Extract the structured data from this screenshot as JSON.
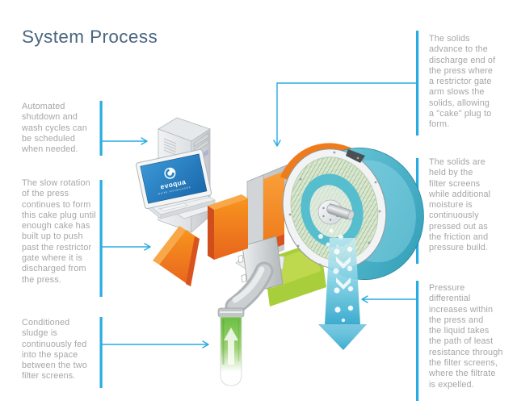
{
  "title": "System Process",
  "annotations": {
    "left": [
      {
        "text": "Automated\nshutdown and\nwash cycles can\nbe scheduled\nwhen needed."
      },
      {
        "text": "The slow rotation\nof the press\ncontinues to form\nthis cake plug until\nenough cake has\nbuilt up to push\npast the restrictor\ngate where it is\ndischarged from\nthe press."
      },
      {
        "text": "Conditioned\nsludge is\ncontinuously fed\ninto the space\nbetween the two\nfilter screens."
      }
    ],
    "right": [
      {
        "text": "The solids\nadvance to the\ndischarge end of\nthe press where\na restrictor gate\narm slows the\nsolids, allowing\na \"cake\" plug to\nform."
      },
      {
        "text": "The solids are\nheld by the\nfilter screens\nwhile additional\nmoisture is\ncontinuously\npressed out as\nthe friction and\npressure build."
      },
      {
        "text": "Pressure\ndifferential\nincreases within\nthe press and\nthe liquid takes\nthe path of least\nresistance through\nthe filter screens,\nwhere the filtrate\nis expelled."
      }
    ]
  },
  "computer_screen": {
    "brand": "evoqua",
    "sub_brand": "WATER TECHNOLOGIES"
  },
  "colors": {
    "accent_blue": "#29abe2",
    "title_text": "#4a6580",
    "body_text": "#a6a6a6",
    "cake_orange": "#f58220",
    "sludge_green": "#8cc63f",
    "filtrate_teal": "#4bbcd4",
    "screen_blue": "#2b87c8",
    "machine_gray": "#c9cdd0"
  }
}
